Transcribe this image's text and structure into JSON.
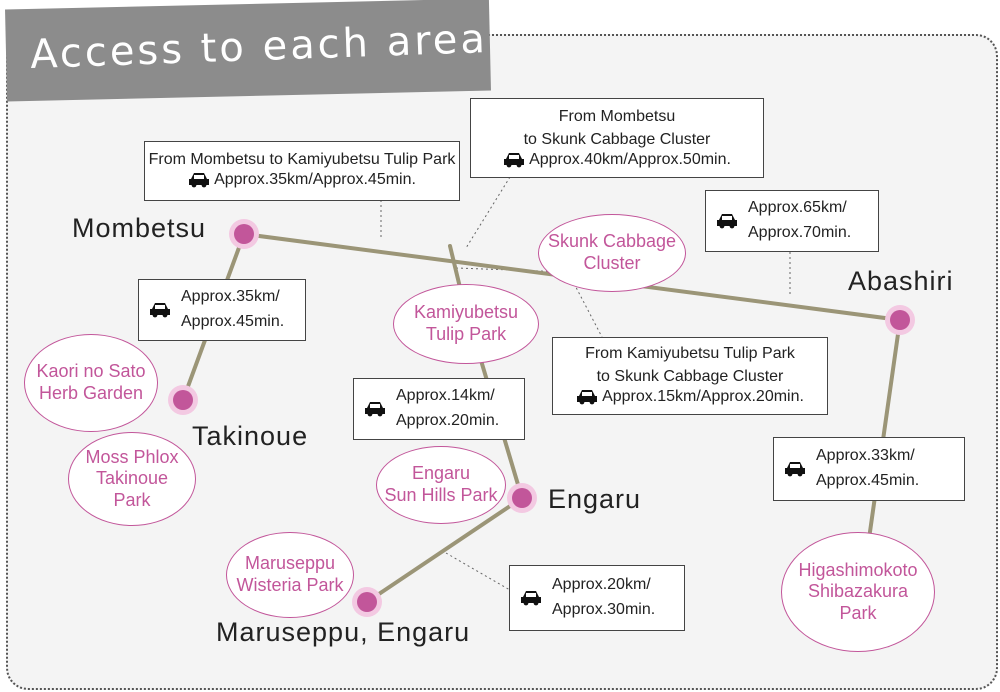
{
  "title": "Access to each area",
  "colors": {
    "route": "#9b9577",
    "node": "#c2569a",
    "spot_text": "#c2569a",
    "title_bg": "#8c8c8c"
  },
  "places": {
    "mombetsu": "Mombetsu",
    "abashiri": "Abashiri",
    "takinoue": "Takinoue",
    "engaru": "Engaru",
    "maruseppu": "Maruseppu, Engaru"
  },
  "spots": {
    "skunk": "Skunk Cabbage\nCluster",
    "kamiyubetsu": "Kamiyubetsu\nTulip Park",
    "kaori": "Kaori no Sato\nHerb Garden",
    "moss": "Moss Phlox\nTakinoue\nPark",
    "sunhills": "Engaru\nSun Hills Park",
    "wisteria": "Maruseppu\nWisteria Park",
    "higashi": "Higashimokoto\nShibazakura\nPark"
  },
  "routes": {
    "mombetsu_tulip": {
      "header": "From Mombetsu to Kamiyubetsu Tulip Park",
      "line": "Approx.35km/Approx.45min."
    },
    "mombetsu_skunk": {
      "header": "From Mombetsu\nto Skunk Cabbage Cluster",
      "line": "Approx.40km/Approx.50min."
    },
    "skunk_abashiri": {
      "line1": "Approx.65km/",
      "line2": "Approx.70min."
    },
    "mombetsu_takinoue": {
      "line1": "Approx.35km/",
      "line2": "Approx.45min."
    },
    "tulip_skunk": {
      "header": "From Kamiyubetsu Tulip Park\nto Skunk Cabbage Cluster",
      "line": "Approx.15km/Approx.20min."
    },
    "tulip_engaru": {
      "line1": "Approx.14km/",
      "line2": "Approx.20min."
    },
    "abashiri_higashi": {
      "line1": "Approx.33km/",
      "line2": "Approx.45min."
    },
    "engaru_maruseppu": {
      "line1": "Approx.20km/",
      "line2": "Approx.30min."
    }
  },
  "icon": "car-icon"
}
